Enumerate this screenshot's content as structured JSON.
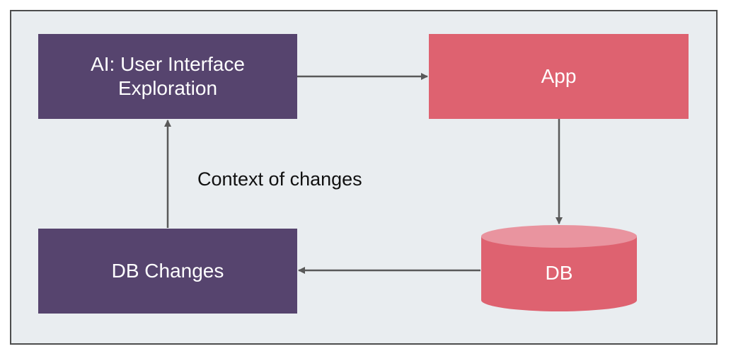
{
  "nodes": {
    "ai_exploration": {
      "label_line1": "AI: User Interface",
      "label_line2": "Exploration"
    },
    "app": {
      "label": "App"
    },
    "db": {
      "label": "DB"
    },
    "db_changes": {
      "label": "DB Changes"
    }
  },
  "edges": {
    "context_label": "Context of changes"
  },
  "colors": {
    "purple_node": "#56446e",
    "red_node": "#de6270",
    "db_top": "#e9949f",
    "background": "#e9edf0",
    "arrow": "#595959"
  }
}
